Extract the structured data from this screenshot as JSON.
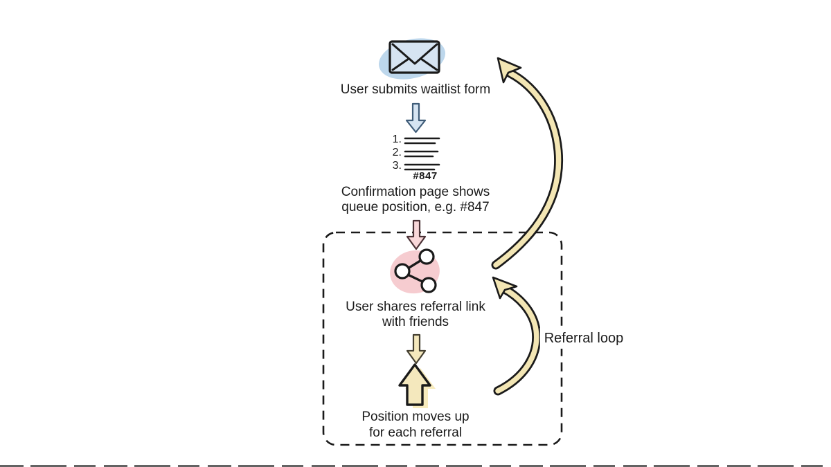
{
  "colors": {
    "ink": "#1a1a1a",
    "blue-accent": "#bdd7ec",
    "blue-fill": "#d6e4f2",
    "blue-stroke": "#3f5c78",
    "pink-accent": "#f6ccd0",
    "pink-fill": "#f8d7d9",
    "pink-stroke": "#4a3236",
    "yellow-accent": "#f6e7b2",
    "yellow-fill": "#f4e8bd",
    "yellow-stroke": "#454031",
    "arrow-ribbon-fill": "#f3e6b4"
  },
  "diagram": {
    "steps": {
      "submit": {
        "icon": "envelope-icon",
        "label": "User submits waitlist form"
      },
      "confirmation": {
        "icon": "numbered-list-icon",
        "list_numbers": [
          "1.",
          "2.",
          "3."
        ],
        "queue_position": "#847",
        "label_line1": "Confirmation page shows",
        "label_line2": "queue position, e.g. #847"
      },
      "share": {
        "icon": "share-icon",
        "label_line1": "User shares referral link",
        "label_line2": "with friends"
      },
      "move_up": {
        "icon": "up-arrow-icon",
        "label_line1": "Position moves up",
        "label_line2": "for each referral"
      }
    },
    "loop_label": "Referral loop"
  }
}
